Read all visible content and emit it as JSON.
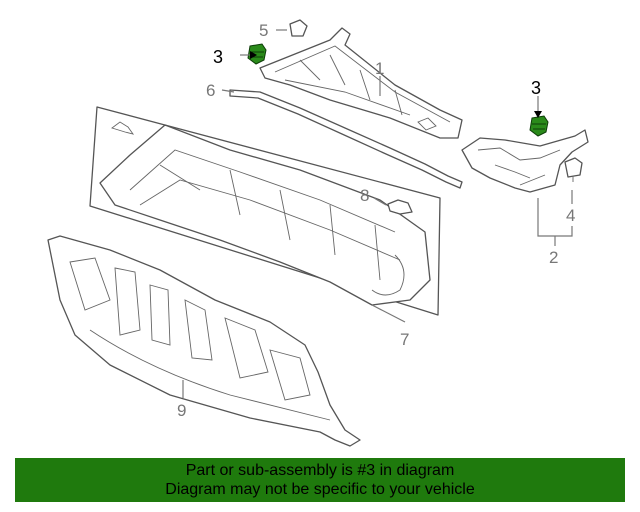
{
  "callouts": {
    "n1": "1",
    "n2": "2",
    "n3a": "3",
    "n3b": "3",
    "n4": "4",
    "n5": "5",
    "n6": "6",
    "n7": "7",
    "n8": "8",
    "n9": "9"
  },
  "banner": {
    "line1": "Part or sub-assembly is #3 in diagram",
    "line2": "Diagram may not be specific to your vehicle"
  },
  "colors": {
    "banner_bg": "#1f7a0d",
    "highlight_part": "#2a8a1a",
    "line_art": "#555555"
  }
}
